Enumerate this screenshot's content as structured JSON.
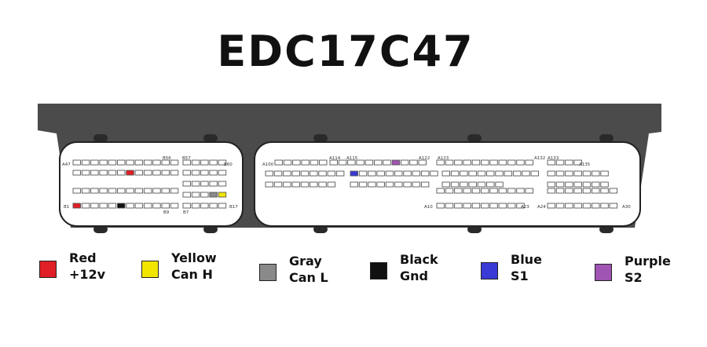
{
  "title": "EDC17C47",
  "colors": {
    "housing": "#4b4b4b",
    "connector_body": "#ffffff",
    "pin_outline": "#555555",
    "red": "#e01f26",
    "yellow": "#f2e600",
    "gray": "#8a8a8a",
    "black": "#111111",
    "blue": "#3a3ad6",
    "purple": "#a054b4"
  },
  "pin_labels": {
    "left": [
      "A47",
      "B56",
      "B57",
      "B60",
      "B1",
      "B9",
      "B7",
      "B17"
    ],
    "right": [
      "A100",
      "A114",
      "A115",
      "A122",
      "A123",
      "A132",
      "A133",
      "A135",
      "A10",
      "A23",
      "A24",
      "A30"
    ]
  },
  "legend": [
    {
      "color_name": "red",
      "name": "Red",
      "role": "+12v"
    },
    {
      "color_name": "yellow",
      "name": "Yellow",
      "role": "Can H"
    },
    {
      "color_name": "gray",
      "name": "Gray",
      "role": "Can L"
    },
    {
      "color_name": "black",
      "name": "Black",
      "role": "Gnd"
    },
    {
      "color_name": "blue",
      "name": "Blue",
      "role": "S1"
    },
    {
      "color_name": "purple",
      "name": "Purple",
      "role": "S2"
    }
  ]
}
